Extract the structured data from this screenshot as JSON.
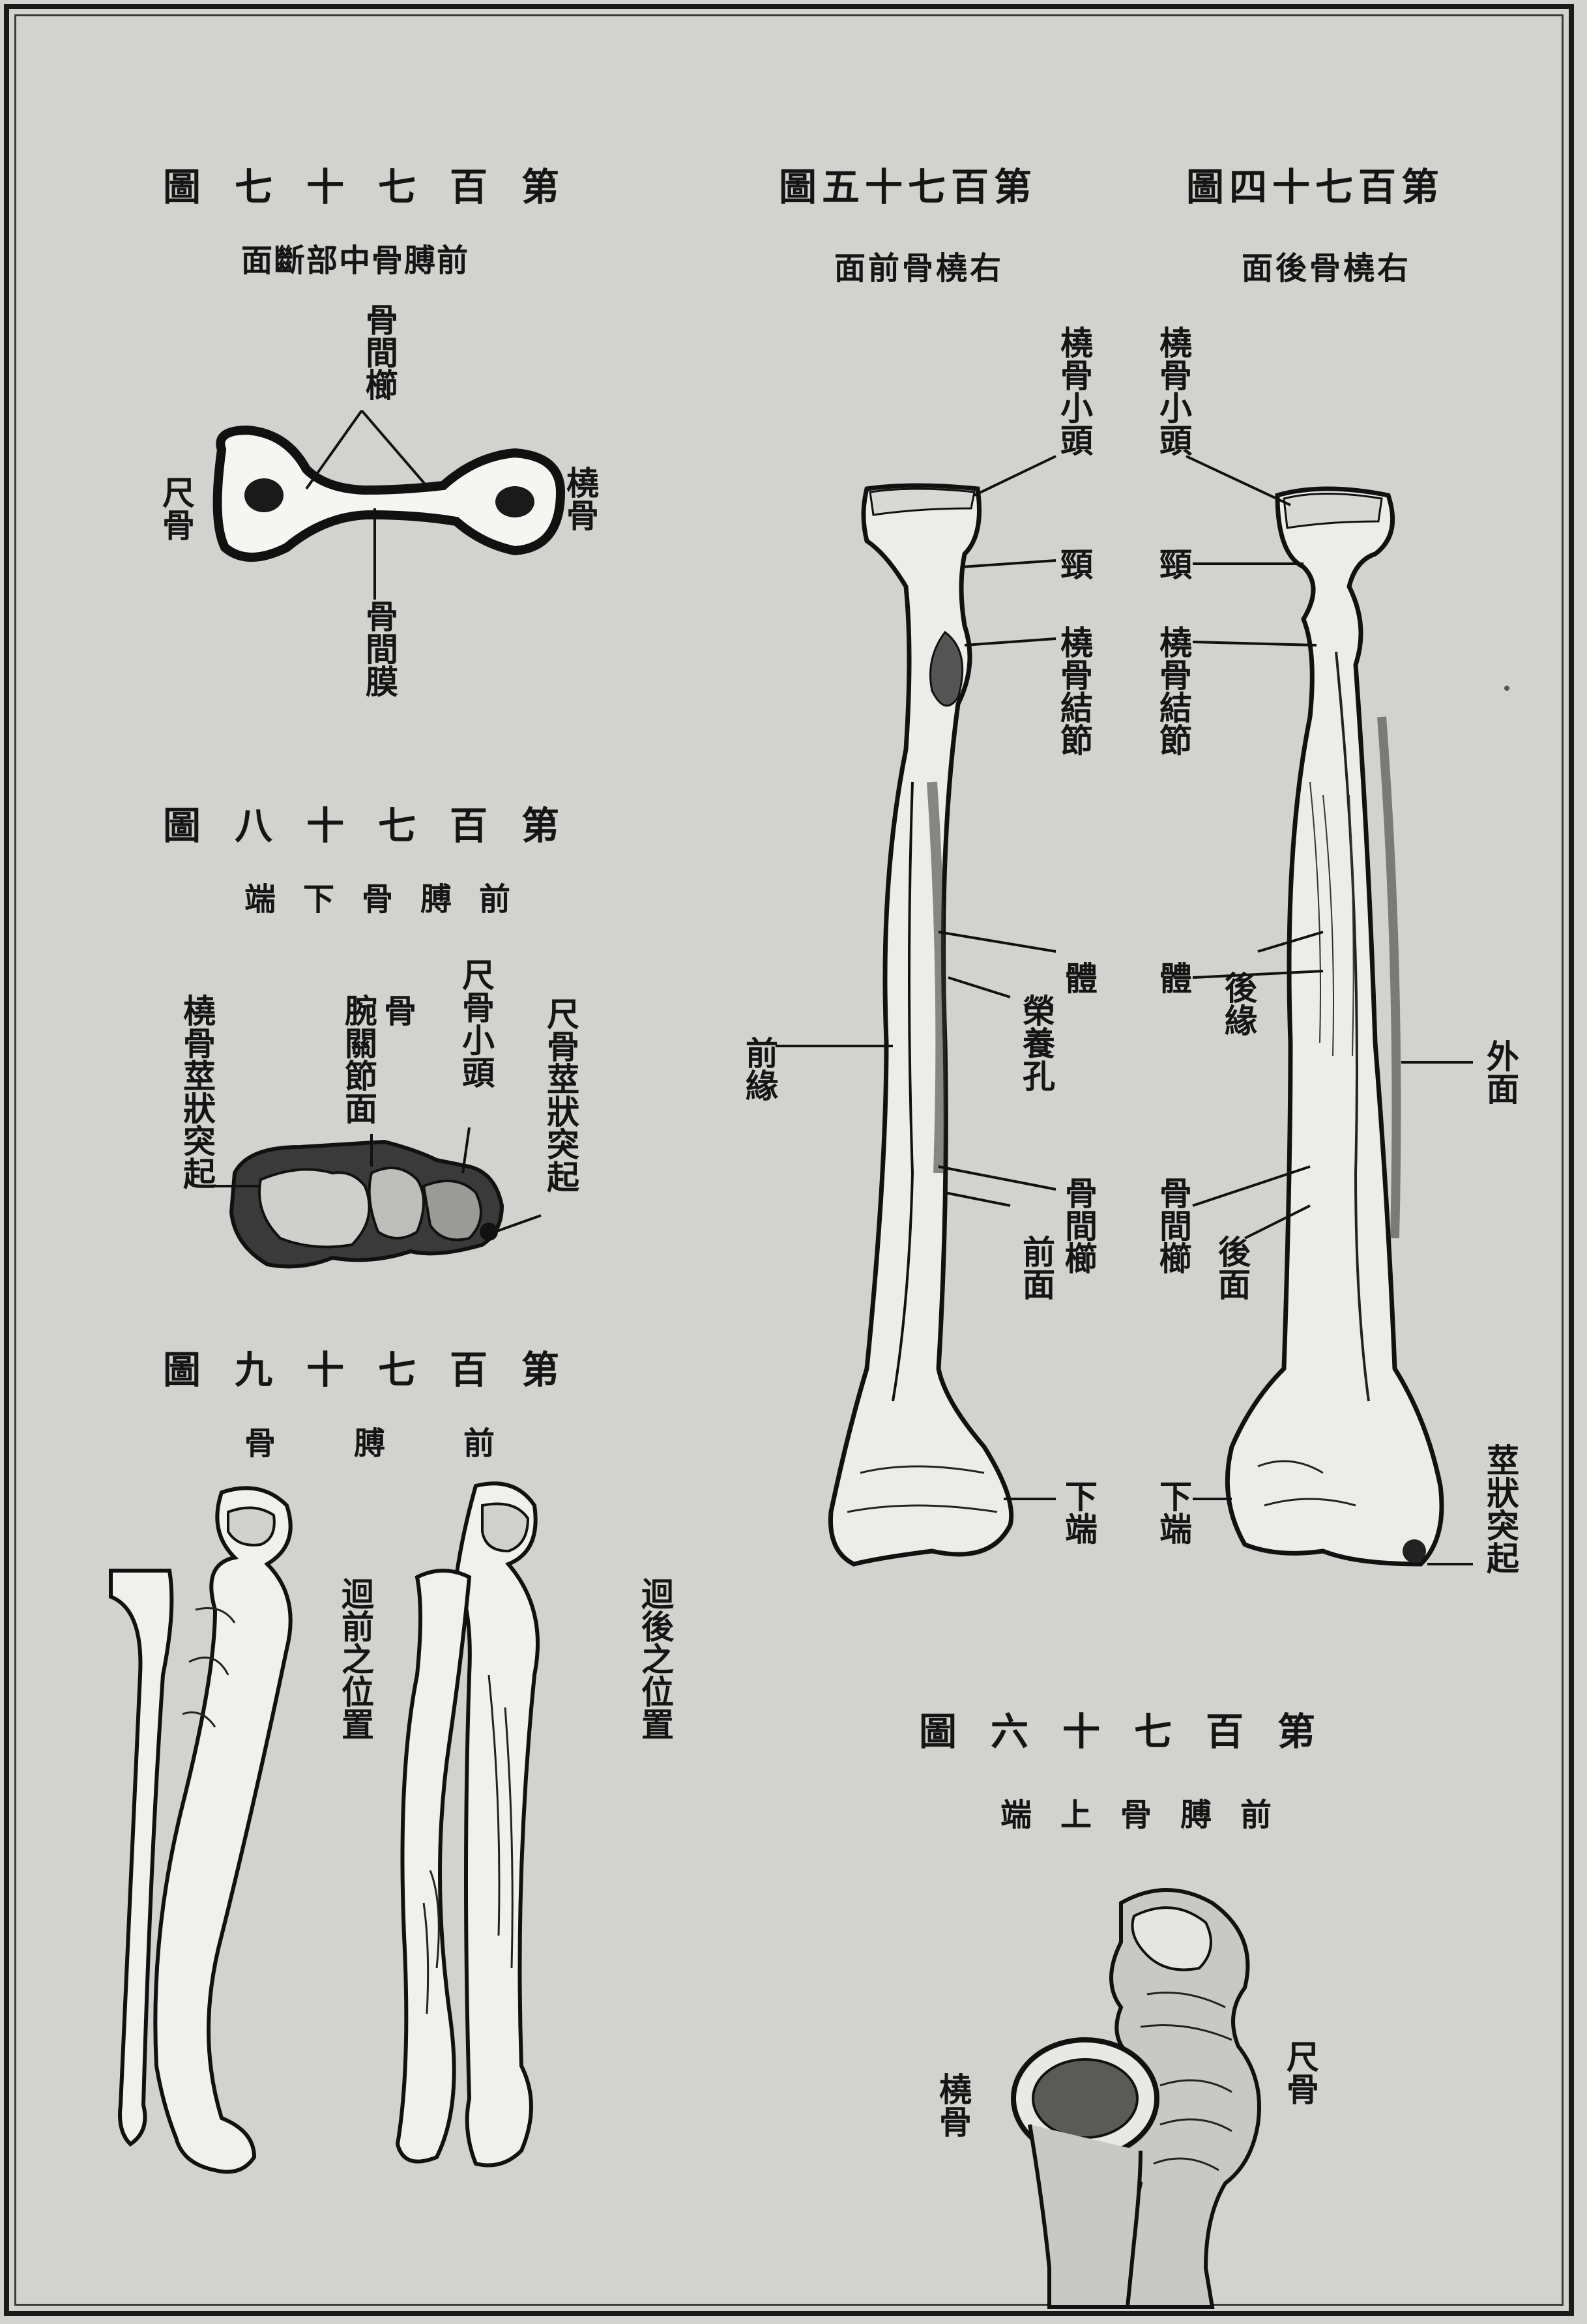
{
  "fig177": {
    "title": "第百七十七圖",
    "subtitle": "前膊骨中部斷面",
    "labels": {
      "membrane_top": "骨間櫛",
      "ulna": "尺骨",
      "radius": "橈骨",
      "membrane_bottom": "骨間膜"
    }
  },
  "fig178": {
    "title": "第百七十八圖",
    "subtitle": "前膊骨下端",
    "labels": {
      "radial_styloid": "橈骨莖狀突起",
      "carpal_joint": "腕關節面",
      "carpal_joint_b": "骨",
      "ulna_head": "尺骨小頭",
      "ulna_styloid": "尺骨莖狀突起"
    }
  },
  "fig179": {
    "title": "第百七十九圖",
    "subtitle": "前膊骨",
    "labels": {
      "pronation": "迴前之位置",
      "supination": "迴後之位置"
    }
  },
  "fig175": {
    "title": "第百七十五圖",
    "subtitle": "右橈骨前面",
    "labels": {
      "head": "橈骨小頭",
      "neck": "頸",
      "tuberosity": "橈骨結節",
      "body": "體",
      "nutrient": "榮養孔",
      "anterior_border": "前緣",
      "interosseous_crest": "骨間櫛",
      "anterior_surface": "前面",
      "lower_end": "下端"
    }
  },
  "fig174": {
    "title": "第百七十四圖",
    "subtitle": "右橈骨後面",
    "labels": {
      "head": "橈骨小頭",
      "neck": "頸",
      "tuberosity": "橈骨結節",
      "body": "體",
      "posterior_border": "後緣",
      "lateral_surface": "外面",
      "interosseous_crest": "骨間櫛",
      "posterior_surface": "後面",
      "lower_end": "下端",
      "styloid": "莖狀突起"
    }
  },
  "fig176": {
    "title": "第百七十六圖",
    "subtitle": "前膊骨上端",
    "labels": {
      "radius": "橈骨",
      "ulna": "尺骨"
    }
  },
  "colors": {
    "paper": "#d2d2cf",
    "ink": "#151515"
  }
}
